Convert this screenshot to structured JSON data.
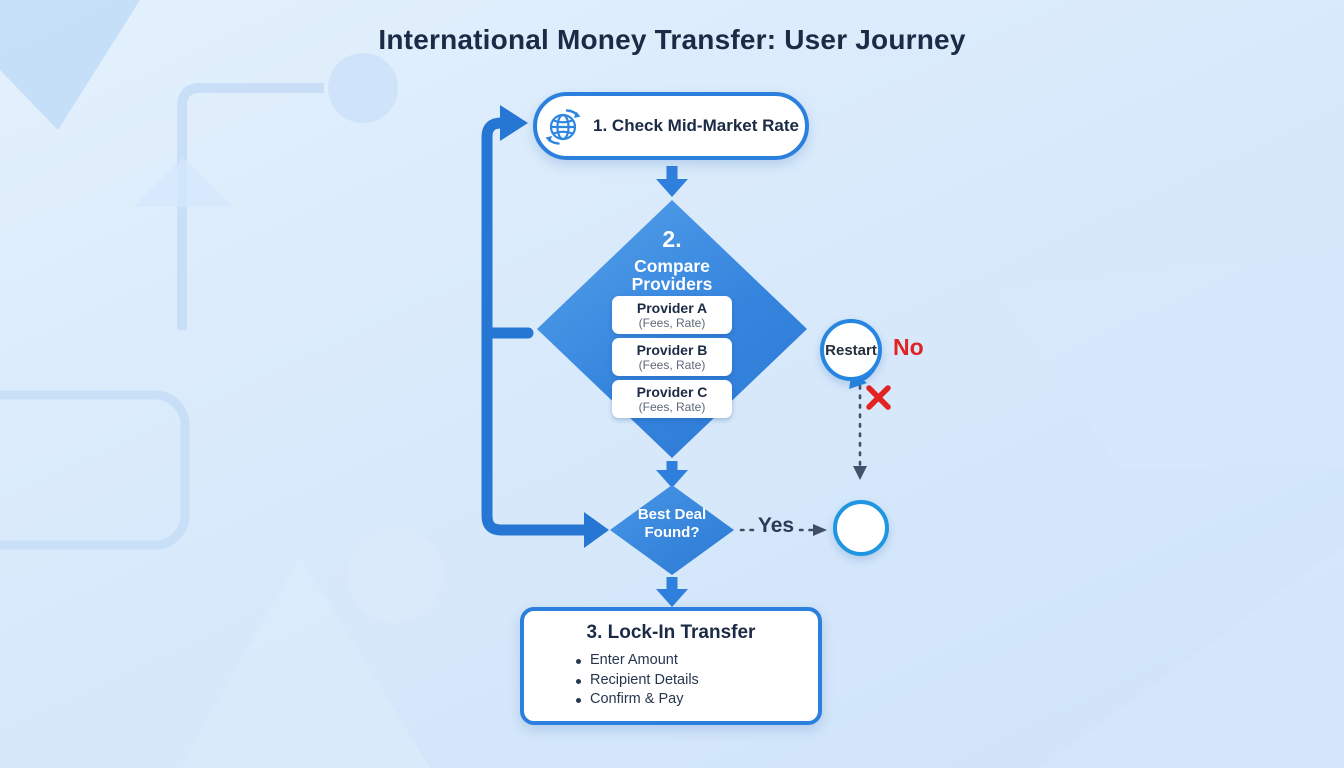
{
  "title": "International Money Transfer: User Journey",
  "colors": {
    "accent_blue": "#2b80dd",
    "diamond_blue": "#3585de",
    "text_dark": "#1c2b45",
    "no_red": "#e02423",
    "check_green": "#3cb043",
    "background_blue": "#d9eafb"
  },
  "step1": {
    "label": "1. Check Mid-Market Rate",
    "icon": "globe-transfer-icon"
  },
  "step2": {
    "number": "2.",
    "title_line1": "Compare",
    "title_line2": "Providers",
    "providers": [
      {
        "name": "Provider A",
        "detail": "(Fees, Rate)"
      },
      {
        "name": "Provider B",
        "detail": "(Fees, Rate)"
      },
      {
        "name": "Provider C",
        "detail": "(Fees, Rate)"
      }
    ]
  },
  "decision": {
    "line1": "Best Deal",
    "line2": "Found?"
  },
  "labels": {
    "yes": "Yes",
    "no": "No",
    "restart": "Restart"
  },
  "step3": {
    "title": "3. Lock-In Transfer",
    "bullets": [
      "Enter Amount",
      "Recipient Details",
      "Confirm & Pay"
    ]
  }
}
